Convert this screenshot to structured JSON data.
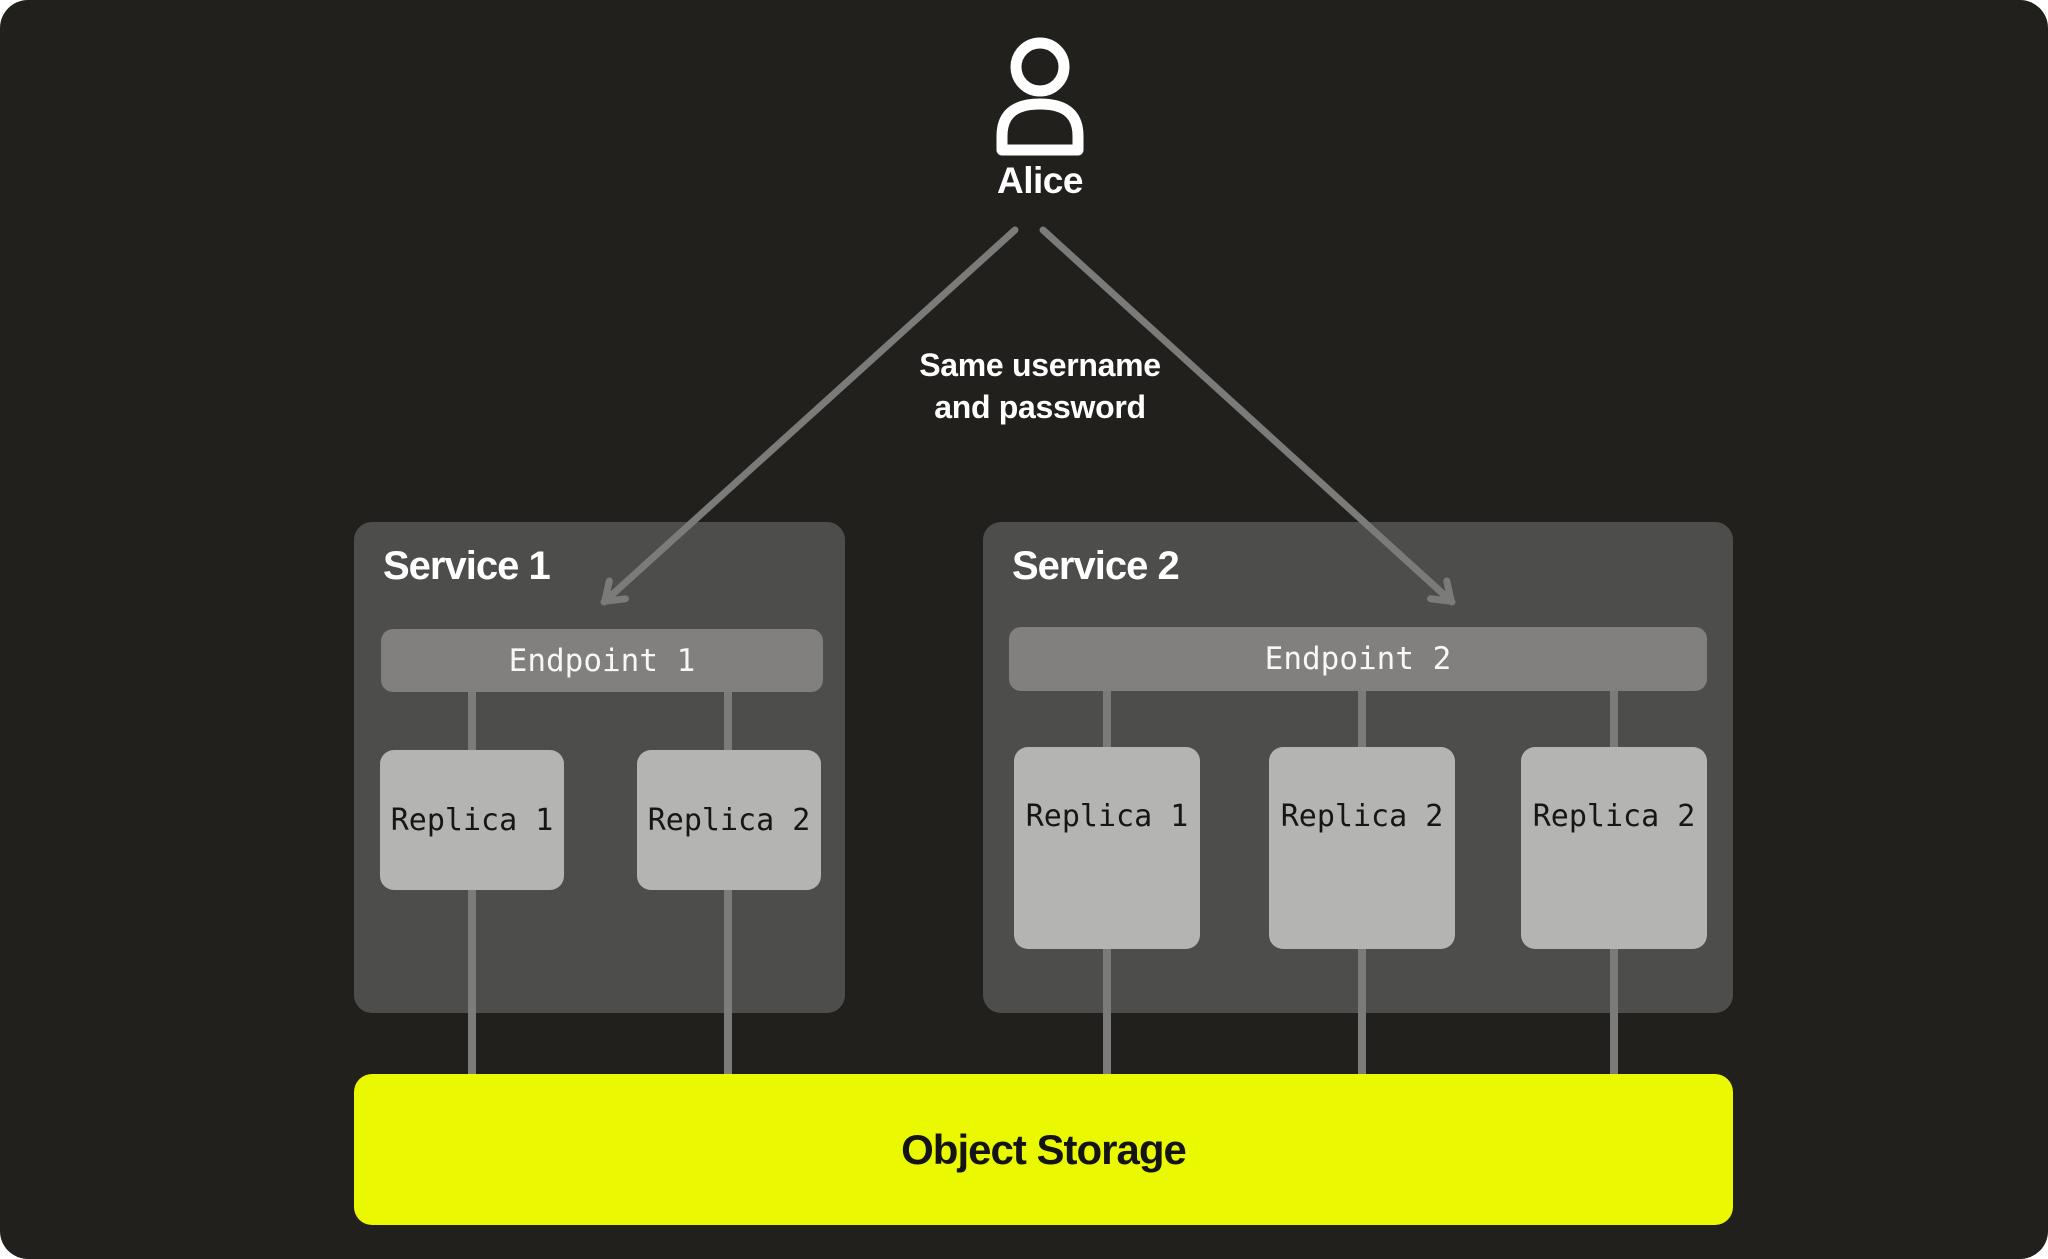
{
  "diagram": {
    "user": {
      "name": "Alice",
      "icon": "user-icon"
    },
    "annotation": {
      "lines": [
        "Same username",
        "and password"
      ]
    },
    "services": [
      {
        "title": "Service 1",
        "endpoint": "Endpoint 1",
        "replicas": [
          "Replica 1",
          "Replica 2"
        ]
      },
      {
        "title": "Service 2",
        "endpoint": "Endpoint 2",
        "replicas": [
          "Replica 1",
          "Replica 2",
          "Replica 2"
        ]
      }
    ],
    "storage": {
      "label": "Object Storage"
    },
    "colors": {
      "page_background": "#ffffff",
      "panel_background": "#21201c",
      "service_box": "#4d4d4b",
      "endpoint_bar": "#81807e",
      "replica_box": "#b4b4b3",
      "connector_gray": "#7b7b79",
      "storage_accent": "#ebf900",
      "text_light": "#ffffff",
      "text_dark": "#141414"
    }
  }
}
